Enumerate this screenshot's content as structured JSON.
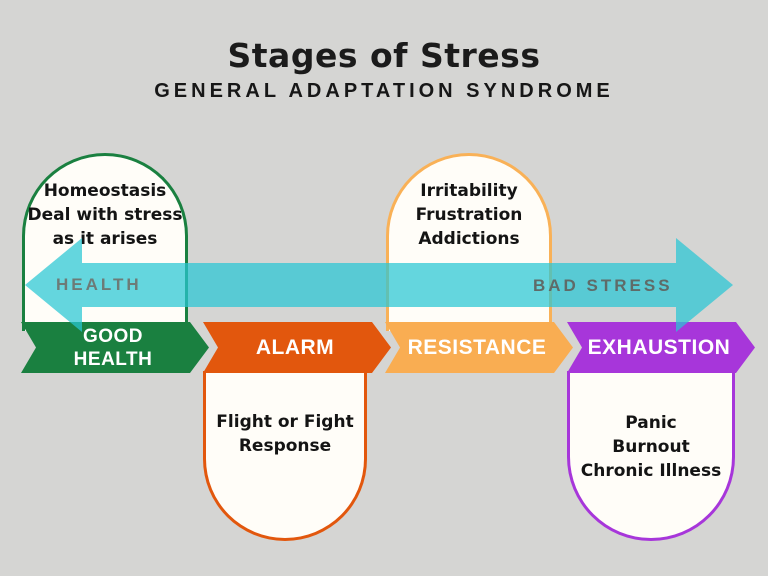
{
  "header": {
    "title": "Stages of Stress",
    "subtitle": "GENERAL ADAPTATION SYNDROME"
  },
  "arrow": {
    "left_label": "HEALTH",
    "right_label": "BAD STRESS",
    "color": "#28c6d4",
    "label_color": "#6d7b77"
  },
  "stages": [
    {
      "id": "good-health",
      "label": "GOOD HEALTH",
      "label_lines": [
        "GOOD",
        "HEALTH"
      ],
      "color": "#1a8040",
      "top_note": {
        "lines": [
          "Homeostasis",
          "Deal with stress",
          "as it arises"
        ]
      }
    },
    {
      "id": "alarm",
      "label": "ALARM",
      "color": "#e2570d",
      "bottom_note": {
        "lines": [
          "Flight or Fight",
          "Response"
        ]
      }
    },
    {
      "id": "resistance",
      "label": "RESISTANCE",
      "color": "#f9ad52",
      "top_note": {
        "lines": [
          "Irritability",
          "Frustration",
          "Addictions"
        ]
      }
    },
    {
      "id": "exhaustion",
      "label": "EXHAUSTION",
      "color": "#a736da",
      "bottom_note": {
        "lines": [
          "Panic",
          "Burnout",
          "Chronic Illness"
        ]
      }
    }
  ],
  "colors": {
    "background": "#d5d5d3",
    "card_fill": "#fffdf8",
    "title_text": "#1b1b1b",
    "note_text": "#141414",
    "banner_text": "#ffffff"
  }
}
